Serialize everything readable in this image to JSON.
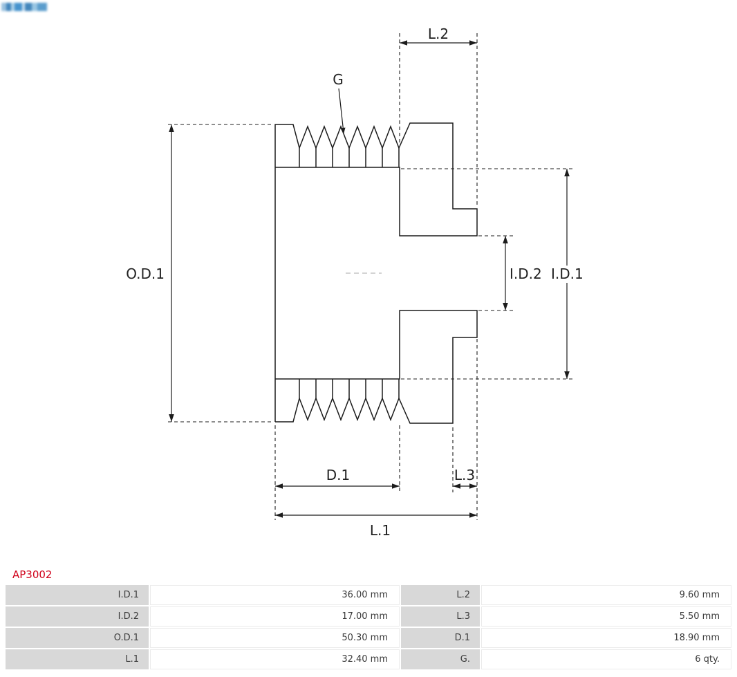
{
  "part_number": "AP3002",
  "diagram": {
    "labels": {
      "G": "G",
      "L1": "L.1",
      "L2": "L.2",
      "L3": "L.3",
      "D1": "D.1",
      "OD1": "O.D.1",
      "ID1": "I.D.1",
      "ID2": "I.D.2"
    }
  },
  "spec_table": {
    "rows": [
      {
        "k1": "I.D.1",
        "v1": "36.00 mm",
        "k2": "L.2",
        "v2": "9.60 mm"
      },
      {
        "k1": "I.D.2",
        "v1": "17.00 mm",
        "k2": "L.3",
        "v2": "5.50 mm"
      },
      {
        "k1": "O.D.1",
        "v1": "50.30 mm",
        "k2": "D.1",
        "v2": "18.90 mm"
      },
      {
        "k1": "L.1",
        "v1": "32.40 mm",
        "k2": "G.",
        "v2": "6 qty."
      }
    ]
  },
  "colors": {
    "part_number_red": "#d0021b",
    "table_label_bg": "#d8d8d8",
    "diagram_line": "#1c1c1c"
  }
}
